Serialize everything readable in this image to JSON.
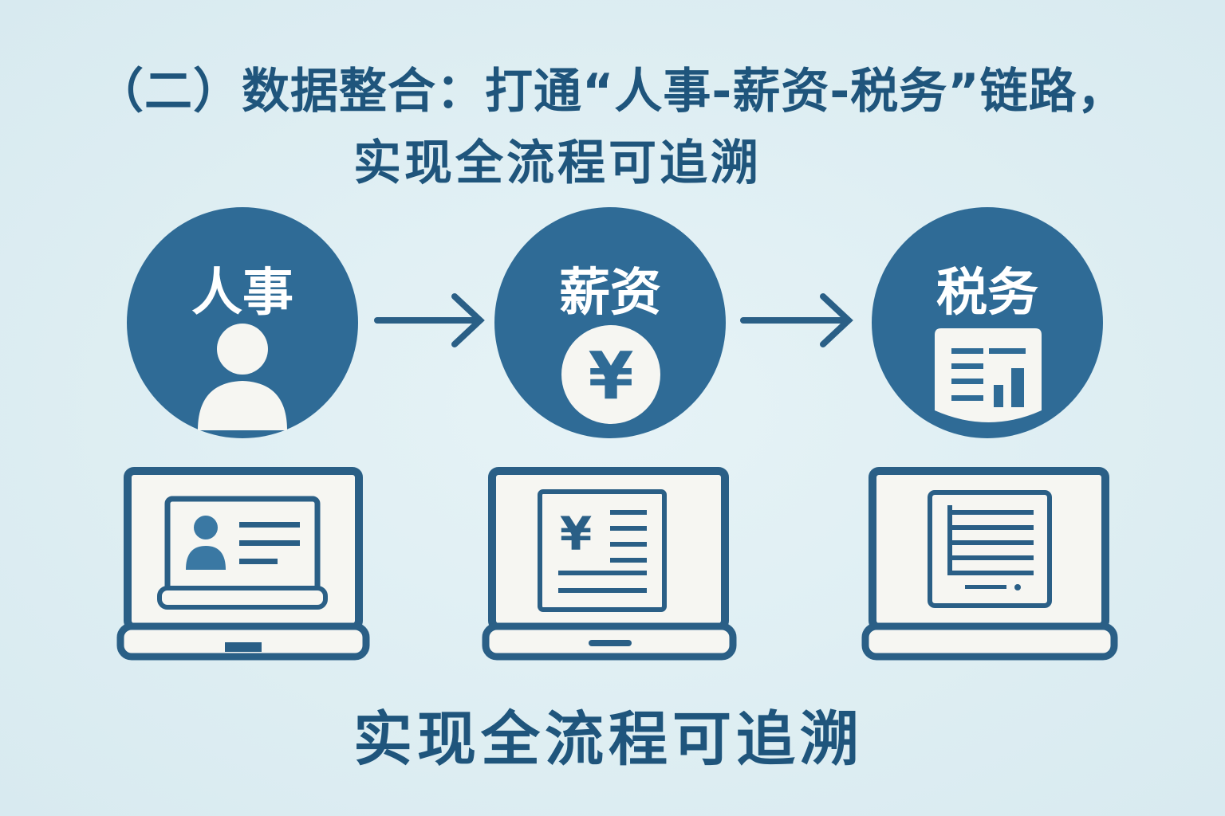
{
  "title": {
    "line1": "（二）数据整合：打通“人事-薪资-税务”链路，",
    "line2": "实现全流程可追溯"
  },
  "stages": [
    {
      "label": "人事",
      "icon": "person-icon"
    },
    {
      "label": "薪资",
      "icon": "yen-coin-icon"
    },
    {
      "label": "税务",
      "icon": "tax-report-icon"
    }
  ],
  "yen_symbol": "¥",
  "footer": "实现全流程可追溯",
  "colors": {
    "primary": "#2d6a95",
    "text": "#1f557c",
    "background": "#dcedf2",
    "screen": "#f6f6f2"
  }
}
